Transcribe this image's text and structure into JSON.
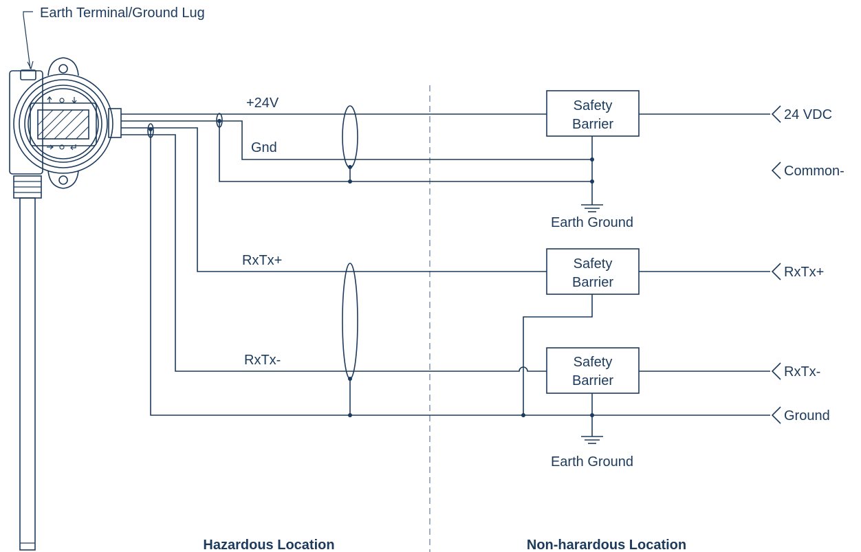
{
  "device": {
    "earth_terminal_label": "Earth Terminal/Ground Lug"
  },
  "wires": {
    "plus24v": "+24V",
    "gnd": "Gnd",
    "rxtx_plus": "RxTx+",
    "rxtx_minus": "RxTx-"
  },
  "barriers": [
    {
      "line1": "Safety",
      "line2": "Barrier"
    },
    {
      "line1": "Safety",
      "line2": "Barrier"
    },
    {
      "line1": "Safety",
      "line2": "Barrier"
    }
  ],
  "earth_ground": {
    "top": "Earth Ground",
    "bottom": "Earth Ground"
  },
  "terminals": {
    "vdc": "24 VDC",
    "common": "Common-",
    "rxtx_plus": "RxTx+",
    "rxtx_minus": "RxTx-",
    "ground": "Ground"
  },
  "zones": {
    "hazardous": "Hazardous Location",
    "non_hazardous": "Non-harardous Location"
  },
  "colors": {
    "line": "#1c3a5c",
    "divider": "#8a9bb0",
    "background": "#ffffff"
  }
}
